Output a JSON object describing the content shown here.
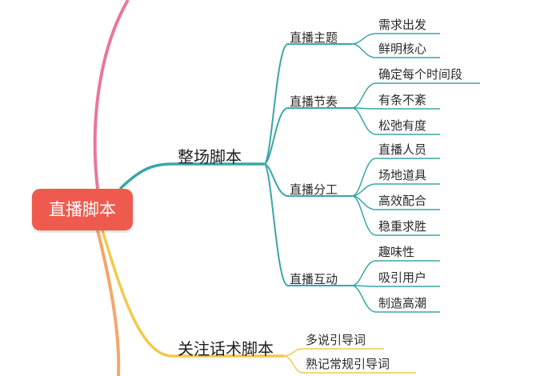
{
  "root": {
    "label": "直播脚本",
    "color": "#ef5a4f"
  },
  "colors": {
    "branch_teal": "#3aa6a6",
    "branch_yellow": "#f2c94c",
    "branch_pink": "#e8779c",
    "branch_orange": "#f4a76a"
  },
  "branches": [
    {
      "label": "整场脚本",
      "topics": [
        {
          "label": "直播主题",
          "leaves": [
            "需求出发",
            "鲜明核心"
          ]
        },
        {
          "label": "直播节奏",
          "leaves": [
            "确定每个时间段",
            "有条不紊",
            "松弛有度"
          ]
        },
        {
          "label": "直播分工",
          "leaves": [
            "直播人员",
            "场地道具",
            "高效配合",
            "稳重求胜"
          ]
        },
        {
          "label": "直播互动",
          "leaves": [
            "趣味性",
            "吸引用户",
            "制造高潮"
          ]
        }
      ]
    },
    {
      "label": "关注话术脚本",
      "leaves": [
        "多说引导词",
        "熟记常规引导词"
      ]
    }
  ]
}
